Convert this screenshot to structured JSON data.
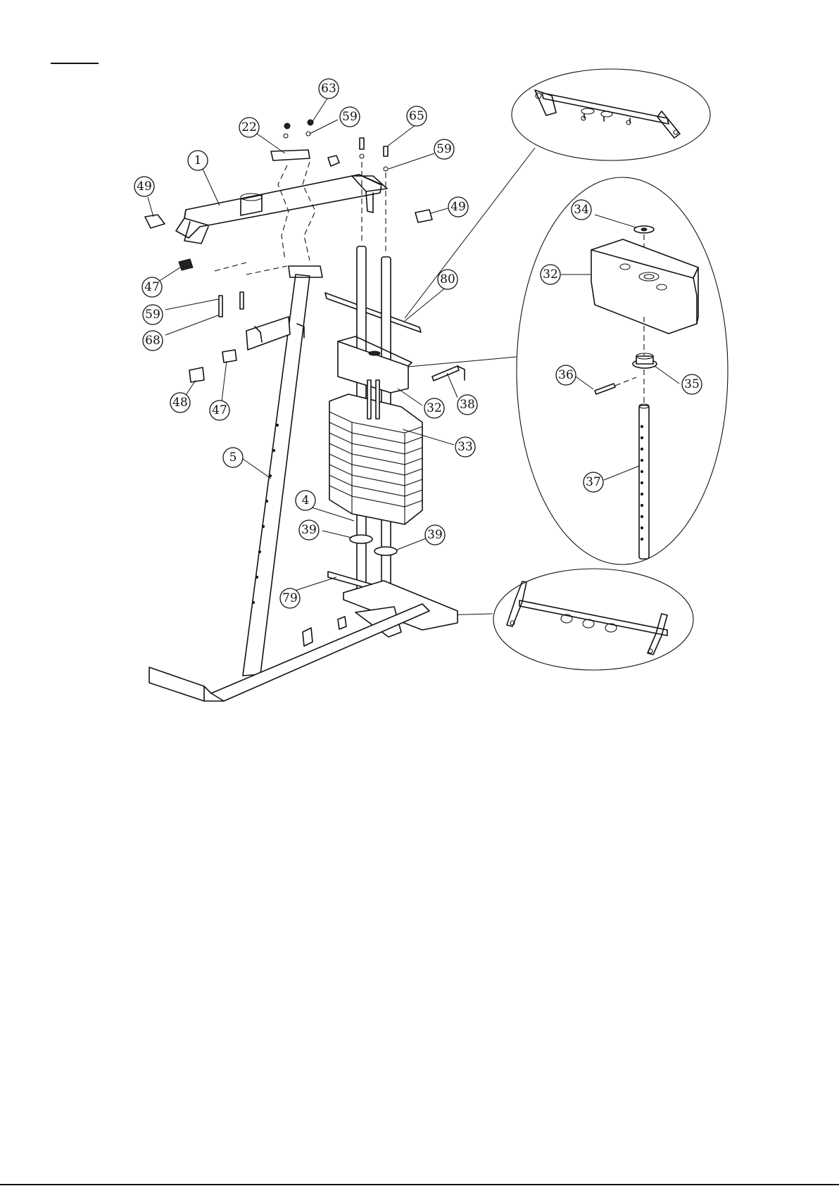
{
  "callouts": [
    {
      "label": "63"
    },
    {
      "label": "59"
    },
    {
      "label": "65"
    },
    {
      "label": "22"
    },
    {
      "label": "59"
    },
    {
      "label": "1"
    },
    {
      "label": "49"
    },
    {
      "label": "49"
    },
    {
      "label": "47"
    },
    {
      "label": "80"
    },
    {
      "label": "59"
    },
    {
      "label": "68"
    },
    {
      "label": "32"
    },
    {
      "label": "38"
    },
    {
      "label": "48"
    },
    {
      "label": "47"
    },
    {
      "label": "33"
    },
    {
      "label": "5"
    },
    {
      "label": "4"
    },
    {
      "label": "39"
    },
    {
      "label": "39"
    },
    {
      "label": "79"
    },
    {
      "label": "34"
    },
    {
      "label": "32"
    },
    {
      "label": "36"
    },
    {
      "label": "35"
    },
    {
      "label": "37"
    }
  ]
}
